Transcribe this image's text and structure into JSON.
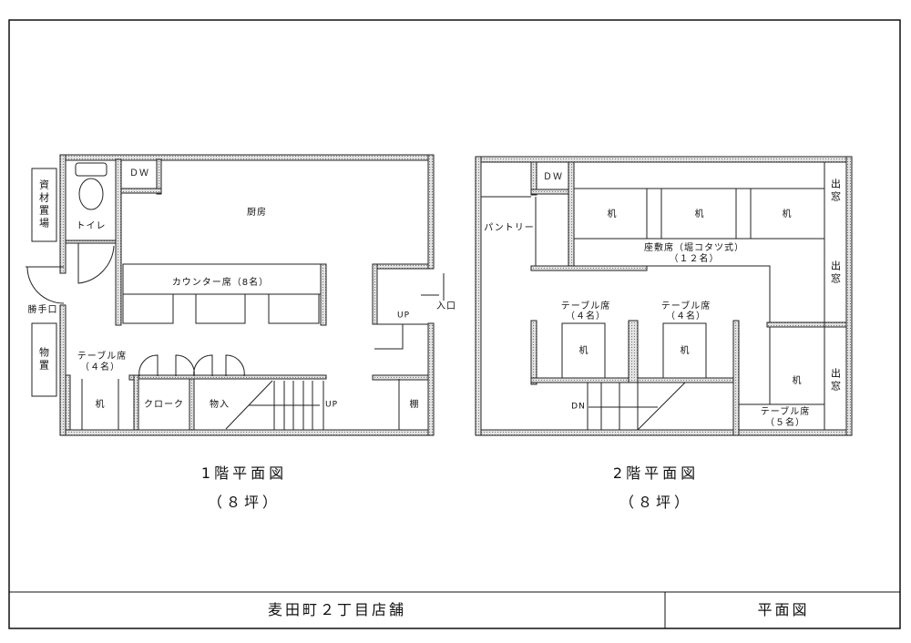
{
  "title_block": {
    "project_name": "麦田町２丁目店舗",
    "drawing_type": "平面図"
  },
  "floor1": {
    "caption": "1階平面図",
    "area": "（８坪）",
    "rooms": {
      "materials_storage": "資材置場",
      "toilet": "トイレ",
      "dw": "ＤＷ",
      "kitchen": "厨房",
      "counter": "カウンター席（8名）",
      "back_door": "勝手口",
      "storeroom": "物置",
      "entrance": "入口",
      "up_entrance": "UP",
      "table_label": "テーブル席",
      "table_count": "（４名）",
      "desk": "机",
      "cloak": "クローク",
      "closet": "物入",
      "up_stairs": "UP",
      "shelf": "棚"
    }
  },
  "floor2": {
    "caption": "2階平面図",
    "area": "（８坪）",
    "rooms": {
      "dw": "ＤＷ",
      "pantry": "パントリー",
      "desk": "机",
      "zashiki": "座敷席（堀コタツ式）",
      "zashiki_count": "（１２名）",
      "bay_window": "出窓",
      "table_label": "テーブル席",
      "table4_count": "（４名）",
      "table5_count": "（５名）",
      "down": "DN"
    }
  }
}
